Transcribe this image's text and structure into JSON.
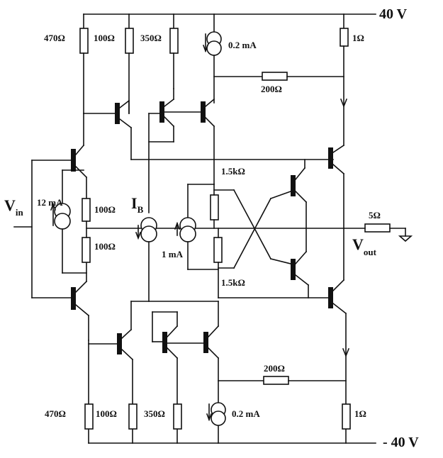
{
  "rails": {
    "positive": "40 V",
    "negative": "- 40 V"
  },
  "input": {
    "symbol": "V",
    "subscript": "in"
  },
  "output": {
    "symbol": "V",
    "subscript": "out"
  },
  "bias": {
    "symbol": "I",
    "subscript": "B"
  },
  "labels": {
    "r_470_top": "470Ω",
    "r_100_top": "100Ω",
    "r_350_top": "350Ω",
    "cs_top": "0.2 mA",
    "r_1_top": "1Ω",
    "r_200_top": "200Ω",
    "r_1k5_top": "1.5kΩ",
    "cs_12": "12 mA",
    "r_100_mid_top": "100Ω",
    "r_100_mid_bot": "100Ω",
    "cs_1": "1 mA",
    "r_1k5_bot": "1.5kΩ",
    "r_5": "5Ω",
    "r_200_bot": "200Ω",
    "r_470_bot": "470Ω",
    "r_100_bot": "100Ω",
    "r_350_bot": "350Ω",
    "cs_bot": "0.2 mA",
    "r_1_bot": "1Ω"
  }
}
